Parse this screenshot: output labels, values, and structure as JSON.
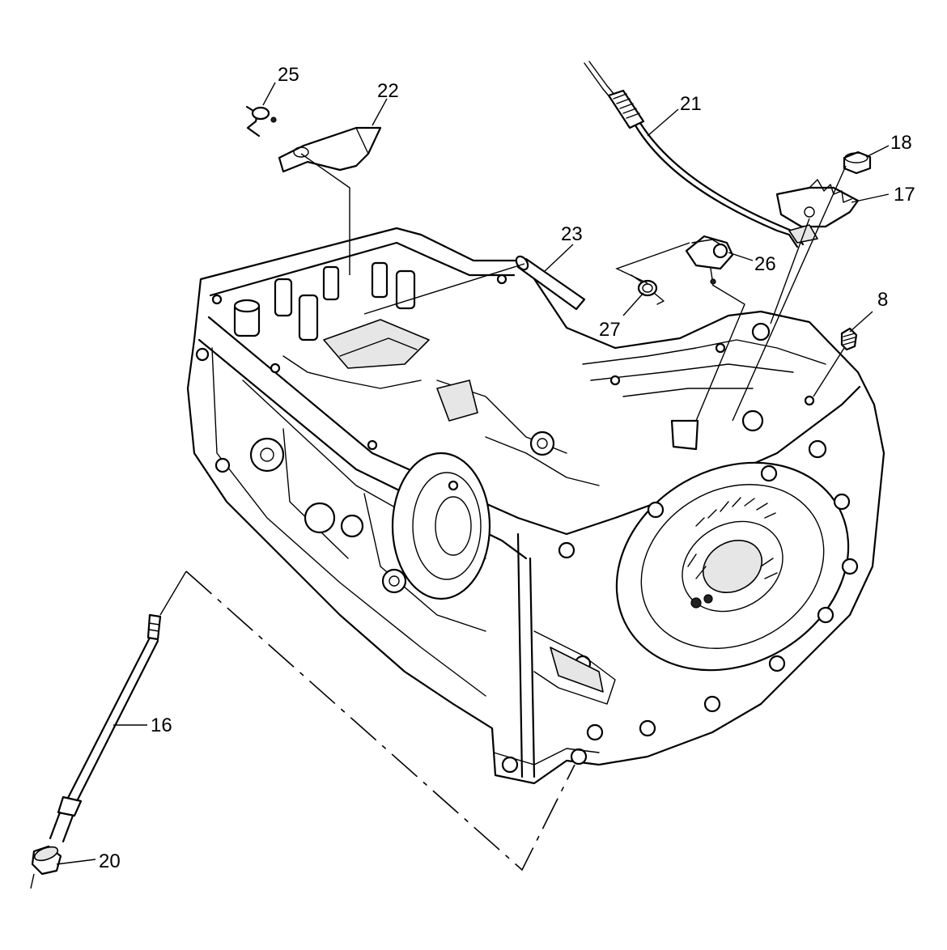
{
  "callouts": {
    "c25": "25",
    "c22": "22",
    "c21": "21",
    "c18": "18",
    "c17": "17",
    "c23": "23",
    "c26": "26",
    "c27": "27",
    "c8": "8",
    "c16": "16",
    "c20": "20"
  }
}
